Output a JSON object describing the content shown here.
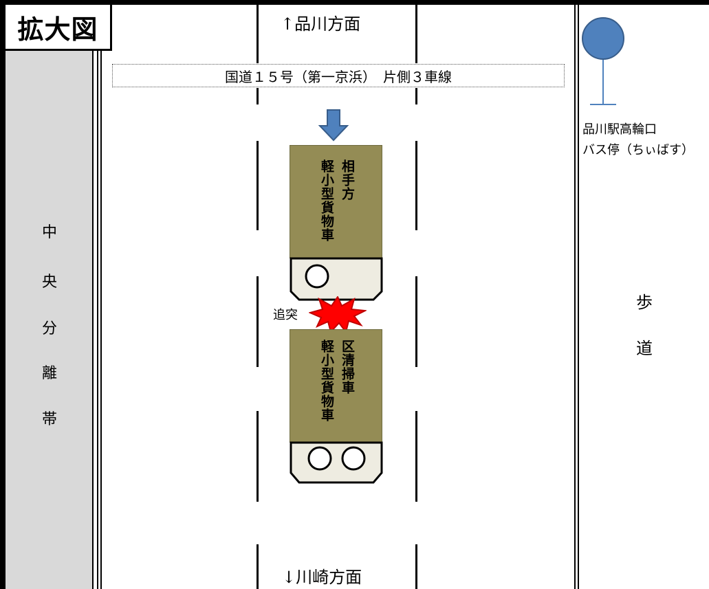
{
  "title": "拡大図",
  "directions": {
    "north": "↑品川方面",
    "south": "↓川崎方面"
  },
  "route_label": "国道１５号（第一京浜）　片側３車線",
  "median_label": [
    "中",
    "央",
    "分",
    "離",
    "帯"
  ],
  "sidewalk_label": [
    "歩",
    "道"
  ],
  "bus_stop": {
    "line1": "品川駅高輪口",
    "line2": "バス停（ちぃばす）"
  },
  "collision_label": "追突",
  "vehicles": {
    "front": {
      "line1": "相手方",
      "line2": "軽小型貨物車"
    },
    "rear": {
      "line1": "区清掃車",
      "line2": "軽小型貨物車"
    }
  },
  "colors": {
    "cargo": "#948c55",
    "cab": "#eeece1",
    "median": "#d9d9d9",
    "arrow": "#4f81bd",
    "bus_stop": "#4f81bd",
    "collision": "#ff0000"
  }
}
